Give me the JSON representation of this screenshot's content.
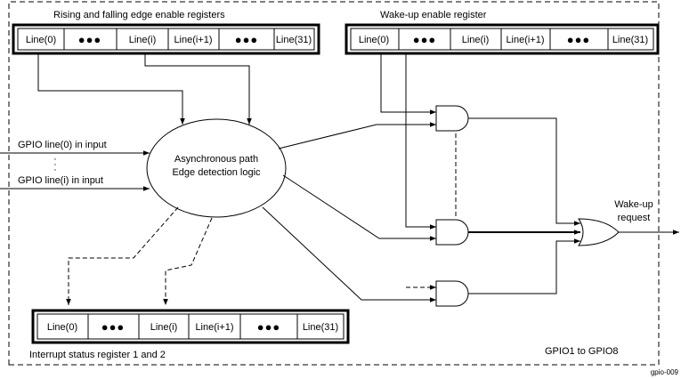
{
  "title_edge_registers": "Rising and falling edge enable registers",
  "title_wakeup_register": "Wake-up enable register",
  "title_interrupt_register": "Interrupt status register 1 and 2",
  "register_cells": [
    "Line(0)",
    "●●●",
    "Line(i)",
    "Line(i+1)",
    "●●●",
    "Line(31)"
  ],
  "inputs": {
    "line0": "GPIO line(0) in input",
    "linei": "GPIO line(i) in input",
    "vdots": "·"
  },
  "ellipse": {
    "line1": "Asynchronous path",
    "line2": "Edge detection logic"
  },
  "output": {
    "line1": "Wake-up",
    "line2": "request"
  },
  "footer_block": "GPIO1 to GPIO8",
  "figure_tag": "gpio-009"
}
